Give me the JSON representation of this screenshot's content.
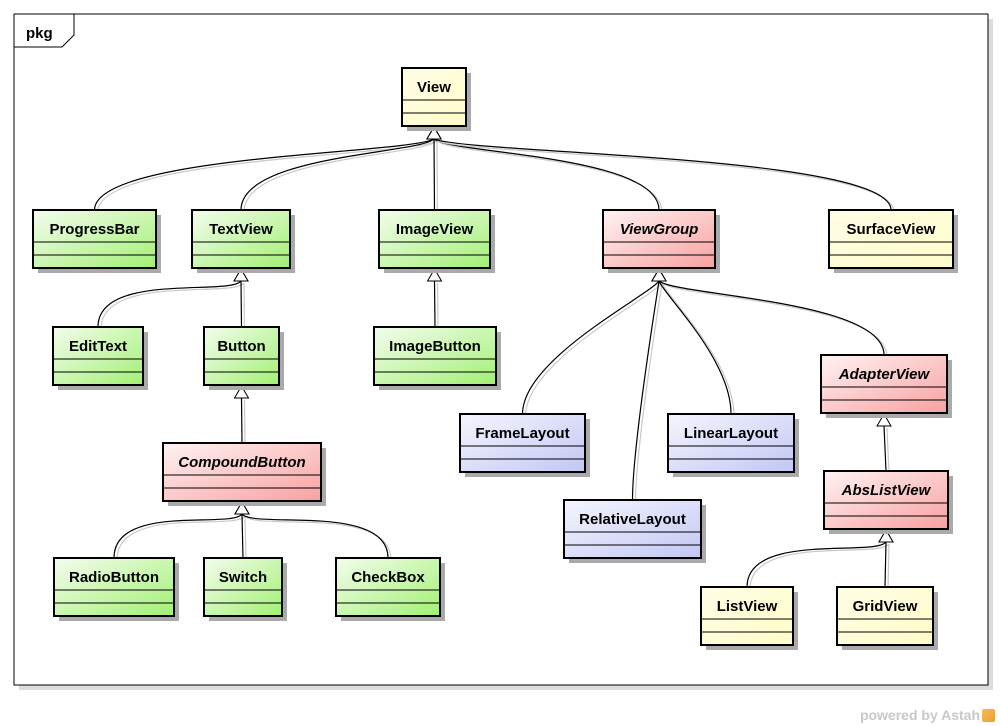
{
  "package": {
    "label": "pkg"
  },
  "classes": {
    "view": {
      "name": "View",
      "fill": "yellow",
      "abstract": false
    },
    "progressbar": {
      "name": "ProgressBar",
      "fill": "green",
      "abstract": false
    },
    "textview": {
      "name": "TextView",
      "fill": "green",
      "abstract": false
    },
    "imageview": {
      "name": "ImageView",
      "fill": "green",
      "abstract": false
    },
    "viewgroup": {
      "name": "ViewGroup",
      "fill": "red",
      "abstract": true
    },
    "surfaceview": {
      "name": "SurfaceView",
      "fill": "yellow",
      "abstract": false
    },
    "edittext": {
      "name": "EditText",
      "fill": "green",
      "abstract": false
    },
    "button": {
      "name": "Button",
      "fill": "green",
      "abstract": false
    },
    "imagebutton": {
      "name": "ImageButton",
      "fill": "green",
      "abstract": false
    },
    "compoundbutton": {
      "name": "CompoundButton",
      "fill": "red",
      "abstract": true
    },
    "radiobutton": {
      "name": "RadioButton",
      "fill": "green",
      "abstract": false
    },
    "switch": {
      "name": "Switch",
      "fill": "green",
      "abstract": false
    },
    "checkbox": {
      "name": "CheckBox",
      "fill": "green",
      "abstract": false
    },
    "framelayout": {
      "name": "FrameLayout",
      "fill": "blue",
      "abstract": false
    },
    "linearlayout": {
      "name": "LinearLayout",
      "fill": "blue",
      "abstract": false
    },
    "relativelayout": {
      "name": "RelativeLayout",
      "fill": "blue",
      "abstract": false
    },
    "adapterview": {
      "name": "AdapterView",
      "fill": "red",
      "abstract": true
    },
    "abslistview": {
      "name": "AbsListView",
      "fill": "red",
      "abstract": true
    },
    "listview": {
      "name": "ListView",
      "fill": "yellow",
      "abstract": false
    },
    "gridview": {
      "name": "GridView",
      "fill": "yellow",
      "abstract": false
    }
  },
  "generalizations": [
    {
      "child": "progressbar",
      "parent": "view"
    },
    {
      "child": "textview",
      "parent": "view"
    },
    {
      "child": "imageview",
      "parent": "view"
    },
    {
      "child": "viewgroup",
      "parent": "view"
    },
    {
      "child": "surfaceview",
      "parent": "view"
    },
    {
      "child": "edittext",
      "parent": "textview"
    },
    {
      "child": "button",
      "parent": "textview"
    },
    {
      "child": "imagebutton",
      "parent": "imageview"
    },
    {
      "child": "compoundbutton",
      "parent": "button"
    },
    {
      "child": "radiobutton",
      "parent": "compoundbutton"
    },
    {
      "child": "switch",
      "parent": "compoundbutton"
    },
    {
      "child": "checkbox",
      "parent": "compoundbutton"
    },
    {
      "child": "framelayout",
      "parent": "viewgroup"
    },
    {
      "child": "relativelayout",
      "parent": "viewgroup"
    },
    {
      "child": "linearlayout",
      "parent": "viewgroup"
    },
    {
      "child": "adapterview",
      "parent": "viewgroup"
    },
    {
      "child": "abslistview",
      "parent": "adapterview"
    },
    {
      "child": "listview",
      "parent": "abslistview"
    },
    {
      "child": "gridview",
      "parent": "abslistview"
    }
  ],
  "colors": {
    "yellow": "#fffed7",
    "green_light": "#f2fde9",
    "green_dark": "#a6f27a",
    "red_light": "#fff0f0",
    "red_dark": "#f9a3a3",
    "blue_light": "#f0f1fd",
    "blue_dark": "#c3c8f5",
    "border": "#000000",
    "shadow": "#a8a8a8"
  },
  "footer": {
    "text": "powered by Astah"
  }
}
